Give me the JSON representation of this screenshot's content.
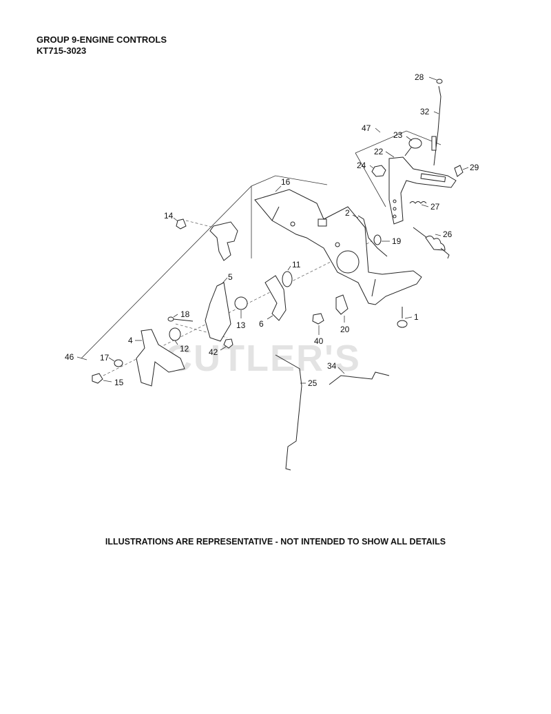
{
  "header": {
    "title": "GROUP 9-ENGINE CONTROLS",
    "model": "KT715-3023"
  },
  "footer": {
    "note": "ILLUSTRATIONS ARE REPRESENTATIVE - NOT INTENDED TO SHOW ALL DETAILS"
  },
  "watermark": "CUTLER'S",
  "callouts": [
    "28",
    "32",
    "47",
    "23",
    "22",
    "24",
    "29",
    "27",
    "26",
    "16",
    "2",
    "19",
    "14",
    "11",
    "5",
    "1",
    "18",
    "13",
    "6",
    "20",
    "40",
    "4",
    "12",
    "42",
    "46",
    "17",
    "15",
    "34",
    "25"
  ]
}
